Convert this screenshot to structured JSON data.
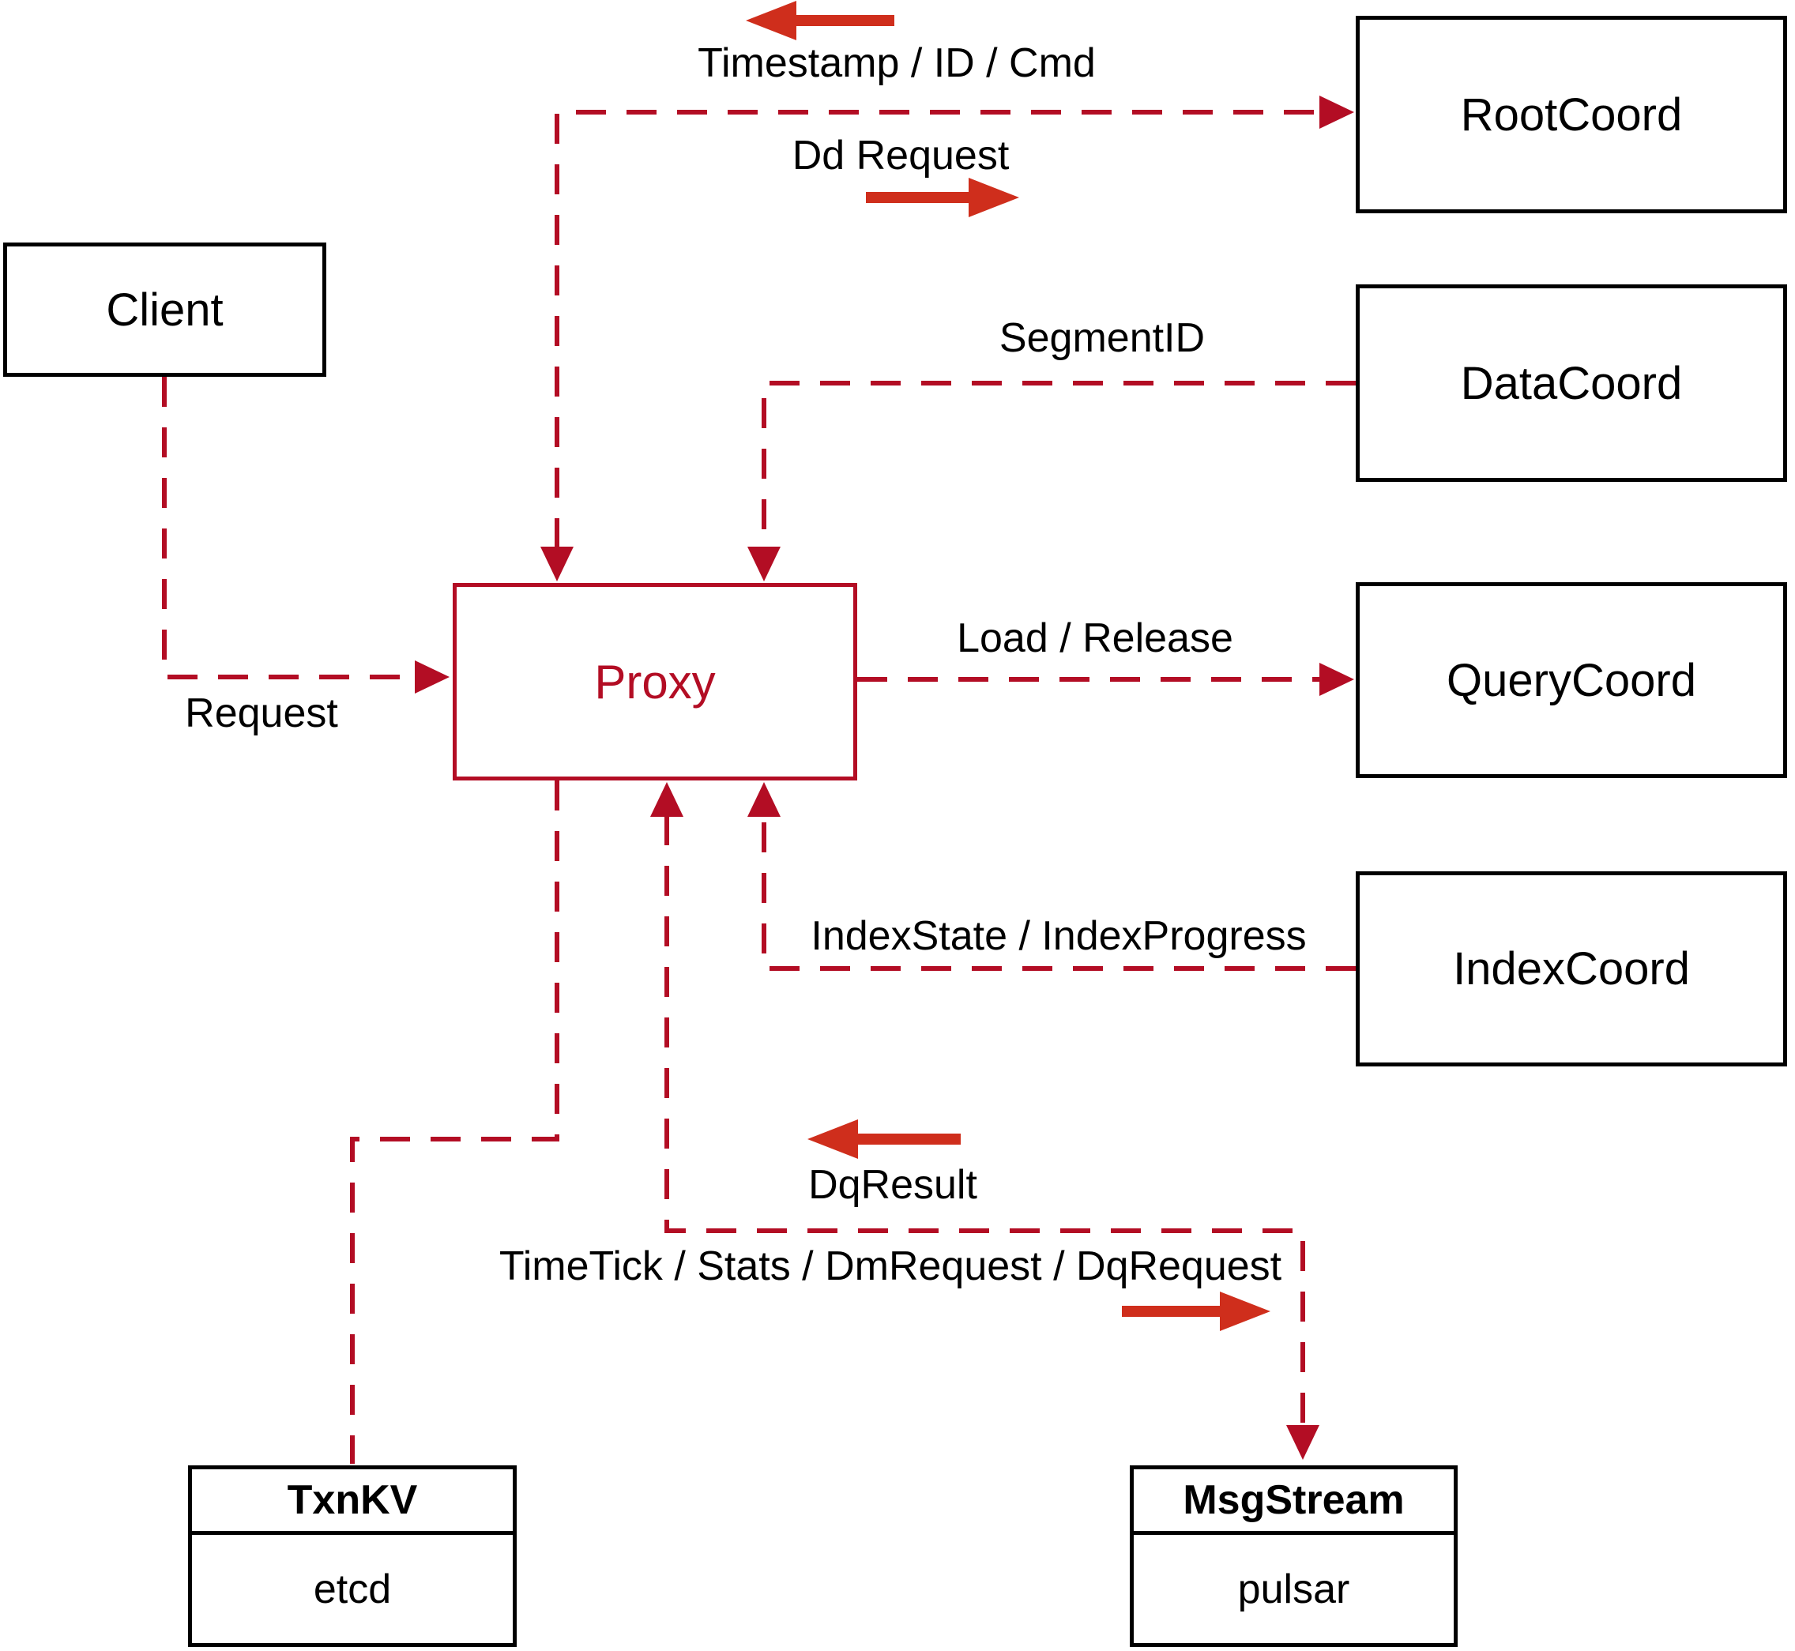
{
  "colors": {
    "background": "#ffffff",
    "line_red": "#b30d24",
    "arrow_red": "#cf2e1c",
    "box_border": "#000000",
    "text": "#000000"
  },
  "nodes": {
    "client": {
      "label": "Client"
    },
    "rootcoord": {
      "label": "RootCoord"
    },
    "datacoord": {
      "label": "DataCoord"
    },
    "querycoord": {
      "label": "QueryCoord"
    },
    "indexcoord": {
      "label": "IndexCoord"
    },
    "proxy": {
      "label": "Proxy"
    },
    "txnkv": {
      "title": "TxnKV",
      "subtitle": "etcd"
    },
    "msgstream": {
      "title": "MsgStream",
      "subtitle": "pulsar"
    }
  },
  "edge_labels": {
    "timestamp": "Timestamp / ID / Cmd",
    "dd_request": "Dd Request",
    "segment_id": "SegmentID",
    "load_release": "Load / Release",
    "index_state": "IndexState / IndexProgress",
    "request": "Request",
    "dq_result": "DqResult",
    "time_tick": "TimeTick / Stats / DmRequest / DqRequest"
  }
}
